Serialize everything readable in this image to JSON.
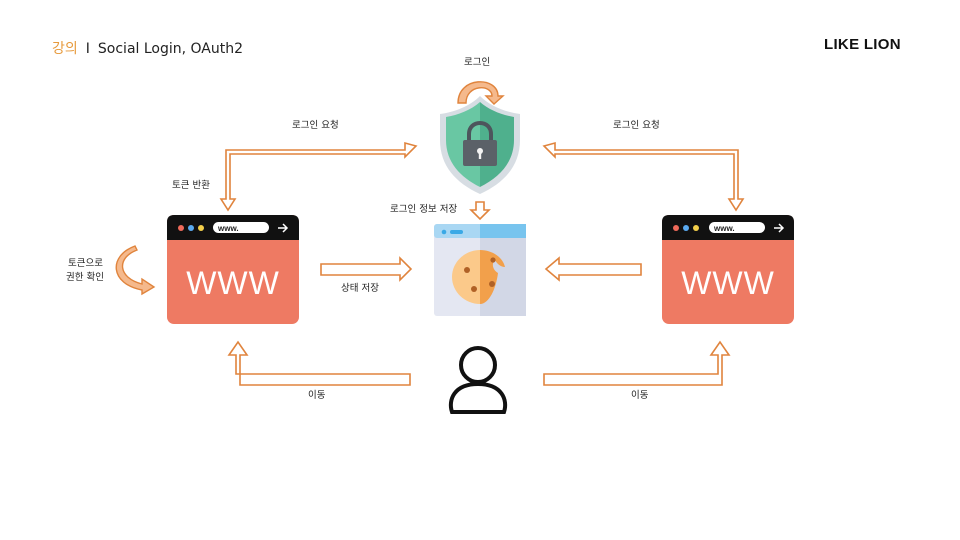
{
  "header": {
    "category": "강의",
    "separator": "I",
    "title": "Social Login, OAuth2"
  },
  "brand": "LIKE LION",
  "browser": {
    "address": "www.",
    "site_text": "WWW"
  },
  "labels": {
    "login": "로그인",
    "login_request_left": "로그인 요청",
    "login_request_right": "로그인 요청",
    "token_return": "토큰 반환",
    "save_login_info": "로그인 정보 저장",
    "token_check_line1": "토큰으로",
    "token_check_line2": "권한 확인",
    "save_state": "상태 저장",
    "move_left": "이동",
    "move_right": "이동"
  },
  "colors": {
    "arrow": "#e0843d",
    "header_accent": "#e79a3c",
    "browser_body": "#ee7a63",
    "browser_bar": "#111111",
    "shield_green": "#4fb08d",
    "shield_light": "#69c7a3"
  },
  "icons": [
    "shield-lock-icon",
    "cookie-window-icon",
    "user-icon",
    "browser-window-icon"
  ]
}
